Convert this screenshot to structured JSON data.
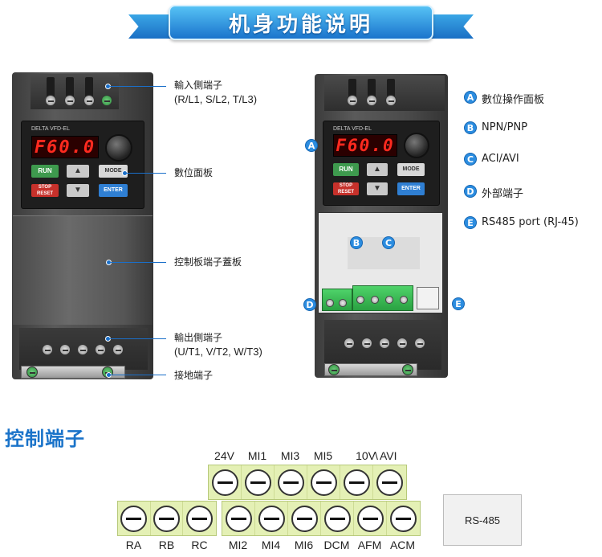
{
  "banner": {
    "title": "机身功能说明"
  },
  "left_callouts": {
    "input_terminal": {
      "line1": "輸入側端子",
      "line2": "(R/L1, S/L2, T/L3)"
    },
    "digital_panel": "數位面板",
    "control_cover": "控制板端子蓋板",
    "output_terminal": {
      "line1": "輸出側端子",
      "line2": "(U/T1, V/T2, W/T3)"
    },
    "ground_terminal": "接地端子"
  },
  "device": {
    "display": "F60.0",
    "brand": "DELTA VFD-EL",
    "keys": {
      "run": "RUN",
      "stop": "STOP RESET",
      "mode": "MODE",
      "enter": "ENTER",
      "up": "▲",
      "down": "▼"
    }
  },
  "legend": [
    {
      "letter": "A",
      "text": "數位操作面板"
    },
    {
      "letter": "B",
      "text": "NPN/PNP"
    },
    {
      "letter": "C",
      "text": "ACI/AVI"
    },
    {
      "letter": "D",
      "text": "外部端子"
    },
    {
      "letter": "E",
      "text": "RS485 port (RJ-45)"
    }
  ],
  "control_section": {
    "title": "控制端子",
    "top_labels": [
      "24V",
      "MI1",
      "MI3",
      "MI5",
      "10V",
      "AVI"
    ],
    "relay_labels": [
      "RA",
      "RB",
      "RC"
    ],
    "bottom_labels": [
      "MI2",
      "MI4",
      "MI6",
      "DCM",
      "AFM",
      "ACM"
    ],
    "rs485": "RS-485"
  },
  "colors": {
    "accent": "#1a73c9",
    "strip_fill": "#e4f0b5",
    "led": "#ff2a1f"
  }
}
